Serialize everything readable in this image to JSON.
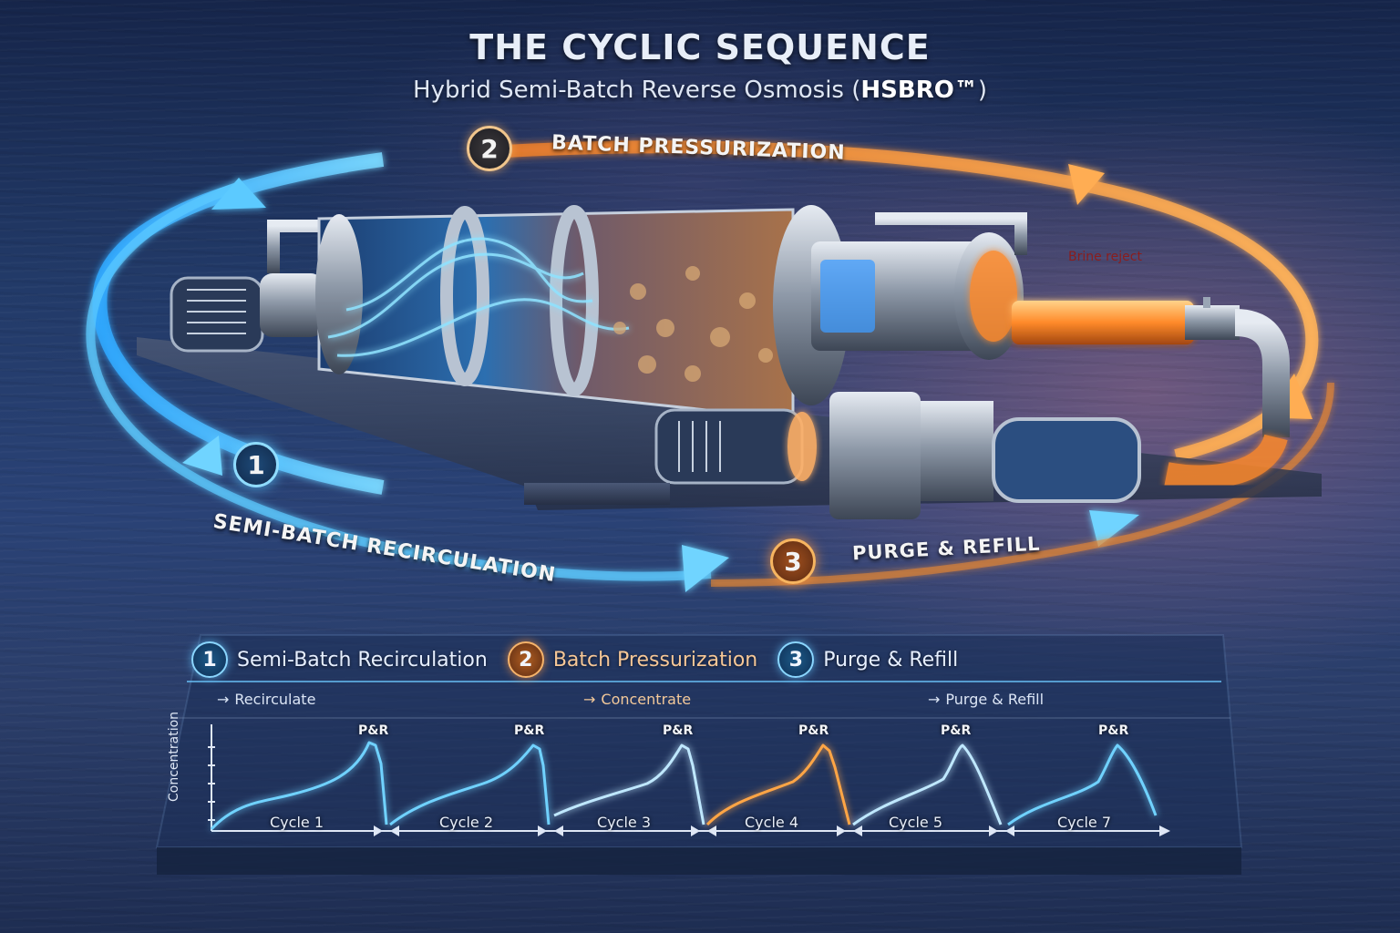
{
  "header": {
    "title": "THE CYCLIC SEQUENCE",
    "subtitle_prefix": "Hybrid Semi-Batch Reverse Osmosis (",
    "subtitle_brand": "HSBRO™",
    "subtitle_suffix": ")"
  },
  "cycle_ring": {
    "stages": [
      {
        "number": "1",
        "label": "SEMI-BATCH RECIRCULATION",
        "color": "#4fc3ff"
      },
      {
        "number": "2",
        "label": "BATCH PRESSURIZATION",
        "color": "#f59a3c"
      },
      {
        "number": "3",
        "label": "PURGE & REFILL",
        "color": "#f08a2e"
      }
    ],
    "annotation": "Brine reject"
  },
  "legend": {
    "items": [
      {
        "number": "1",
        "label": "Semi-Batch Recirculation",
        "action": "Recirculate",
        "color": "#4fc3ff"
      },
      {
        "number": "2",
        "label": "Batch Pressurization",
        "action": "Concentrate",
        "color": "#f59a3c"
      },
      {
        "number": "3",
        "label": "Purge & Refill",
        "action": "Purge & Refill",
        "color": "#4fc3ff"
      }
    ],
    "arrow_glyph": "→"
  },
  "chart": {
    "y_axis_label": "Concentration",
    "peak_label": "P&R",
    "cycles": [
      "Cycle 1",
      "Cycle 2",
      "Cycle 3",
      "Cycle 4",
      "Cycle 5",
      "Cycle 7"
    ]
  },
  "chart_data": {
    "type": "line",
    "title": "Concentration over repeated cycles",
    "xlabel": "",
    "ylabel": "Concentration",
    "categories": [
      "Cycle 1",
      "Cycle 2",
      "Cycle 3",
      "Cycle 4",
      "Cycle 5",
      "Cycle 7"
    ],
    "annotations": [
      "P&R",
      "P&R",
      "P&R",
      "P&R",
      "P&R",
      "P&R"
    ],
    "series": [
      {
        "name": "Concentration (relative)",
        "pattern": "sawtooth: gradual rise, peak at purge & refill, sharp drop",
        "values_per_cycle": [
          0.05,
          0.25,
          0.35,
          0.6,
          1.0,
          0.05
        ],
        "highlighted_cycle": "Cycle 4"
      }
    ],
    "ylim": [
      0,
      1
    ],
    "grid": false
  }
}
